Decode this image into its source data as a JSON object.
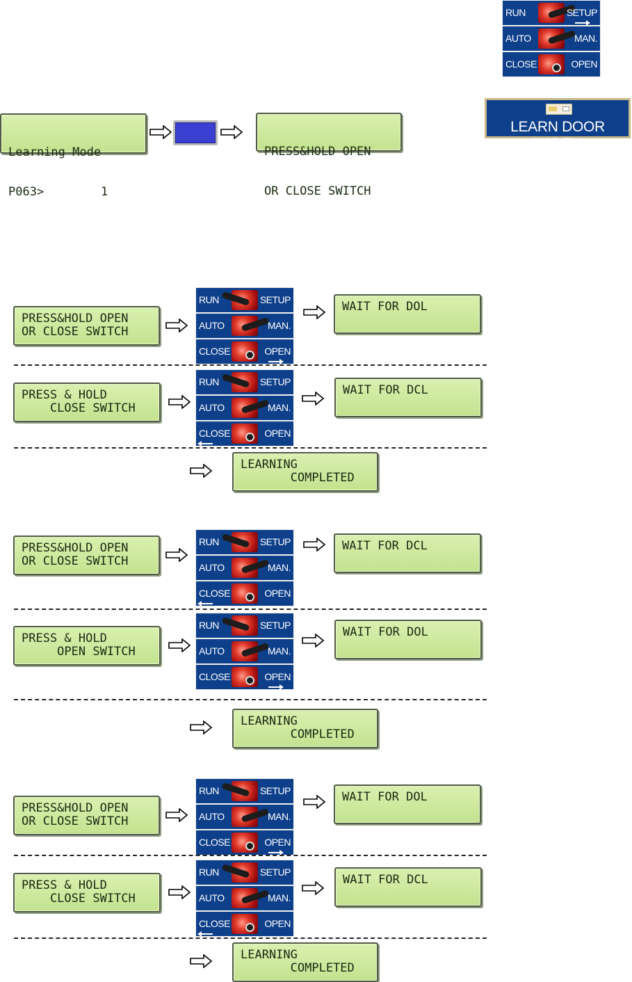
{
  "top_panel": {
    "rows": [
      {
        "left": "RUN",
        "right": "SETUP",
        "state": "right",
        "mark": "right"
      },
      {
        "left": "AUTO",
        "right": "MAN.",
        "state": "right",
        "mark": ""
      },
      {
        "left": "CLOSE",
        "right": "OPEN",
        "state": "center",
        "mark": ""
      }
    ]
  },
  "learn_button": {
    "label": "LEARN DOOR WIDTH",
    "icon": "door-light-icon"
  },
  "intro": {
    "lcd_mode": [
      "Learning Mode",
      "P063>        1"
    ],
    "key_color": "#3a3fd1",
    "lcd_prompt": [
      "PRESS&HOLD OPEN",
      "OR CLOSE SWITCH"
    ]
  },
  "sequences": [
    {
      "step1": {
        "lcd": [
          "PRESS&HOLD OPEN",
          "OR CLOSE SWITCH"
        ],
        "panel": [
          {
            "left": "RUN",
            "right": "SETUP",
            "state": "left",
            "mark": ""
          },
          {
            "left": "AUTO",
            "right": "MAN.",
            "state": "right",
            "mark": ""
          },
          {
            "left": "CLOSE",
            "right": "OPEN",
            "state": "center",
            "mark": "right"
          }
        ],
        "result": [
          "WAIT FOR DOL",
          ""
        ]
      },
      "step2": {
        "lcd": [
          "PRESS & HOLD",
          "    CLOSE SWITCH"
        ],
        "panel": [
          {
            "left": "RUN",
            "right": "SETUP",
            "state": "left",
            "mark": ""
          },
          {
            "left": "AUTO",
            "right": "MAN.",
            "state": "right",
            "mark": ""
          },
          {
            "left": "CLOSE",
            "right": "OPEN",
            "state": "center",
            "mark": "left"
          }
        ],
        "result": [
          "WAIT FOR DCL",
          ""
        ]
      },
      "done": [
        "LEARNING",
        "       COMPLETED"
      ]
    },
    {
      "step1": {
        "lcd": [
          "PRESS&HOLD OPEN",
          "OR CLOSE SWITCH"
        ],
        "panel": [
          {
            "left": "RUN",
            "right": "SETUP",
            "state": "left",
            "mark": ""
          },
          {
            "left": "AUTO",
            "right": "MAN.",
            "state": "right",
            "mark": ""
          },
          {
            "left": "CLOSE",
            "right": "OPEN",
            "state": "center",
            "mark": "left"
          }
        ],
        "result": [
          "WAIT FOR DCL",
          ""
        ]
      },
      "step2": {
        "lcd": [
          "PRESS & HOLD",
          "     OPEN SWITCH"
        ],
        "panel": [
          {
            "left": "RUN",
            "right": "SETUP",
            "state": "left",
            "mark": ""
          },
          {
            "left": "AUTO",
            "right": "MAN.",
            "state": "right",
            "mark": ""
          },
          {
            "left": "CLOSE",
            "right": "OPEN",
            "state": "center",
            "mark": "right"
          }
        ],
        "result": [
          "WAIT FOR DOL",
          ""
        ]
      },
      "done": [
        "LEARNING",
        "       COMPLETED"
      ]
    },
    {
      "step1": {
        "lcd": [
          "PRESS&HOLD OPEN",
          "OR CLOSE SWITCH"
        ],
        "panel": [
          {
            "left": "RUN",
            "right": "SETUP",
            "state": "left",
            "mark": ""
          },
          {
            "left": "AUTO",
            "right": "MAN.",
            "state": "right",
            "mark": ""
          },
          {
            "left": "CLOSE",
            "right": "OPEN",
            "state": "center",
            "mark": "right"
          }
        ],
        "result": [
          "WAIT FOR DOL",
          ""
        ]
      },
      "step2": {
        "lcd": [
          "PRESS & HOLD",
          "    CLOSE SWITCH"
        ],
        "panel": [
          {
            "left": "RUN",
            "right": "SETUP",
            "state": "left",
            "mark": ""
          },
          {
            "left": "AUTO",
            "right": "MAN.",
            "state": "right",
            "mark": ""
          },
          {
            "left": "CLOSE",
            "right": "OPEN",
            "state": "center",
            "mark": "left"
          }
        ],
        "result": [
          "WAIT FOR DCL",
          ""
        ]
      },
      "done": [
        "LEARNING",
        "       COMPLETED"
      ]
    }
  ]
}
